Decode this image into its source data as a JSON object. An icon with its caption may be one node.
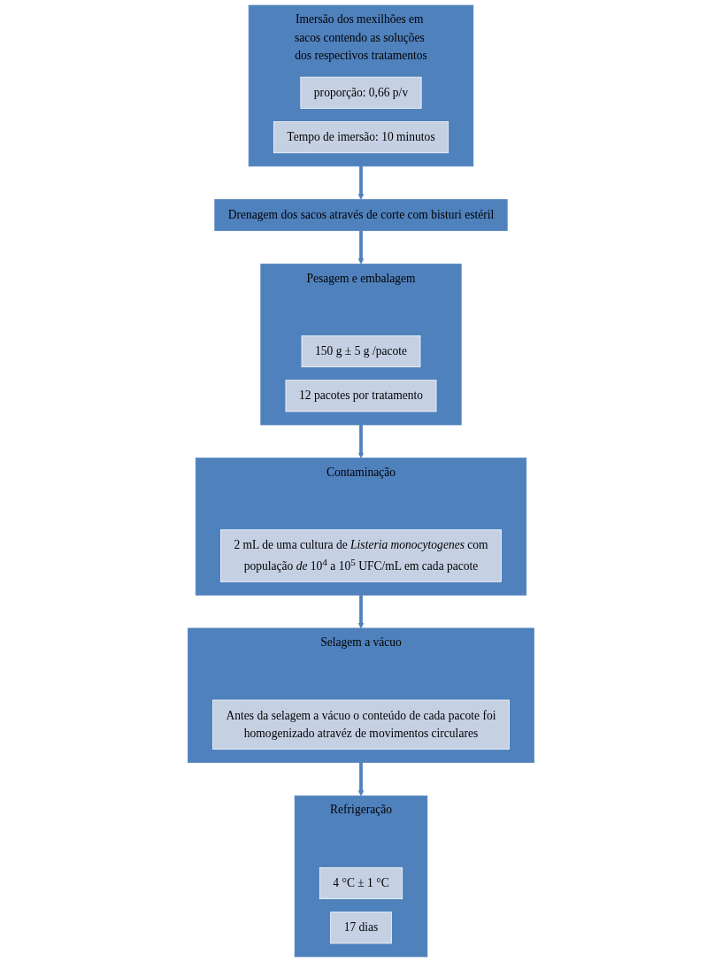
{
  "diagram": {
    "nodes": [
      {
        "text": [
          "Imersão dos mexilhões em sacos contendo as soluções dos respectivos tratamentos"
        ]
      },
      {
        "text": [
          "proporção: 0,66 p/v"
        ],
        "in": 0
      },
      {
        "text": [
          "Tempo de imersão: 10 minutos"
        ],
        "in": 0
      },
      {
        "text": [
          "Drenagem dos sacos através de corte com bisturi estéril"
        ]
      },
      {
        "text": [
          "Pesagem e embalagem"
        ]
      },
      {
        "text": [
          "150 g ± 5 g /pacote"
        ],
        "in": 4
      },
      {
        "text": [
          "12 pacotes por tratamento"
        ],
        "in": 4
      },
      {
        "text": [
          "Contaminação"
        ]
      },
      {
        "text": [
          "2 mL de uma cultura de *Listeria monocytogenes* com população *de* 10$^{4}$ a 10$^{5}$ UFC/mL em cada pacote"
        ],
        "in": 7
      },
      {
        "text": [
          "Selagem a vácuo"
        ]
      },
      {
        "text": [
          "Antes da selagem a vácuo o conteúdo de cada pacote foi homogenizado atravéz de movimentos circulares"
        ],
        "in": 9
      },
      {
        "text": [
          "Refrigeração"
        ]
      },
      {
        "text": [
          "4 °C ± 1 °C"
        ],
        "in": 11
      },
      {
        "text": [
          "17 dias"
        ],
        "in": 11
      }
    ],
    "edges": [
      {
        "from": 0,
        "to": 3,
        "arrow": "to"
      },
      {
        "from": 3,
        "to": 4,
        "arrow": "to"
      },
      {
        "from": 4,
        "to": 7,
        "arrow": "to"
      },
      {
        "from": 7,
        "to": 9,
        "arrow": "to"
      },
      {
        "from": 9,
        "to": 11,
        "arrow": "to"
      }
    ]
  }
}
